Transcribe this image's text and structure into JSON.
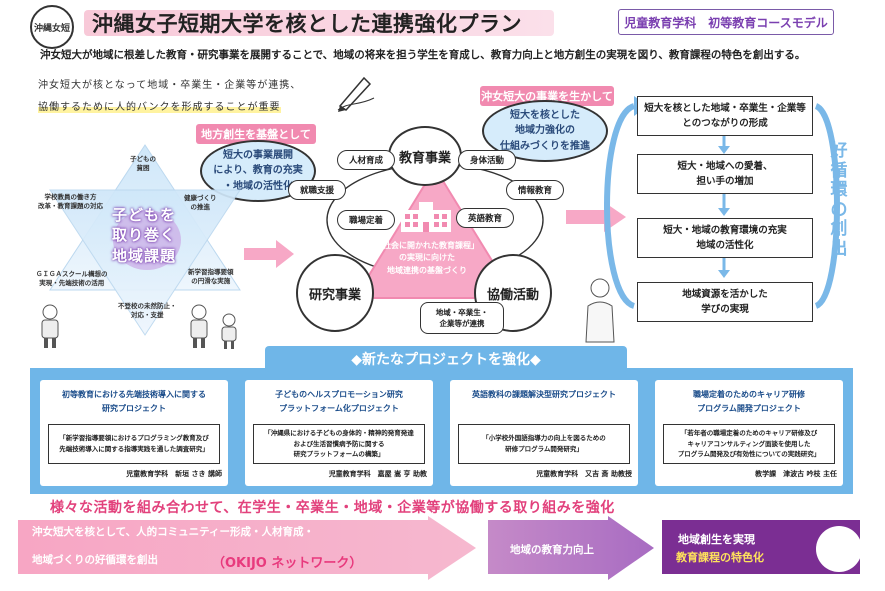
{
  "header": {
    "logo_text": "沖縄女短",
    "title": "沖縄女子短期大学を核とした連携強化プラン",
    "dept": "児童教育学科　初等教育コースモデル"
  },
  "intro": "沖女短大が地域に根差した教育・研究事業を展開することで、地域の将来を担う学生を育成し、教育力向上と地方創生の実現を図り、教育課程の特色を創出する。",
  "handwriting": {
    "line1": "沖女短大が核となって地域・卒業生・企業等が連携、",
    "line2": "協働するために人的バンクを形成することが重要"
  },
  "left_callout": {
    "head": "地方創生を基盤として",
    "line1": "短大の事業展開",
    "line2": "により、教育の充実",
    "line3": "・地域の活性化"
  },
  "right_callout": {
    "head": "沖女短大の事業を生かして",
    "line1": "短大を核とした",
    "line2": "地域力強化の",
    "line3": "仕組みづくりを推進"
  },
  "star": {
    "top": "子どもの\n貧困",
    "upper_left": "学校教員の働き方\n改革・教育課題の対応",
    "upper_right": "健康づくり\nの推進",
    "lower_left": "ＧＩＧＡスクール構想の\n実現・先端技術の活用",
    "lower_right": "新学習指導要領\nの円滑な実施",
    "bottom": "不登校の未然防止・\n対応・支援",
    "center_1": "子どもを",
    "center_2": "取り巻く",
    "center_3": "地域課題"
  },
  "center": {
    "education": "教育事業",
    "research": "研究事業",
    "collab": "協働活動",
    "tri_line1": "「社会に開かれた教育課程」",
    "tri_line2": "の実現に向けた",
    "tri_line3": "地域連携の基盤づくり",
    "pills": [
      "人材育成",
      "身体活動",
      "就職支援",
      "情報教育",
      "職場定着",
      "英語教育"
    ],
    "collab_caption_1": "地域・卒業生・",
    "collab_caption_2": "企業等が連携"
  },
  "flow": {
    "box1_1": "短大を核とした地域・卒業生・企業等",
    "box1_2": "とのつながりの形成",
    "box2_1": "短大・地域への愛着、",
    "box2_2": "担い手の増加",
    "box3_1": "短大・地域の教育環境の充実",
    "box3_2": "地域の活性化",
    "box4_1": "地域資源を活かした",
    "box4_2": "学びの実現",
    "loop": "好循環の創出"
  },
  "projects": {
    "head": "◆新たなプロジェクトを強化◆",
    "items": [
      {
        "title_1": "初等教育における先端技術導入に関する",
        "title_2": "研究プロジェクト",
        "box_1": "「新学習指導要領におけるプログラミング教育及び",
        "box_2": "先端技術導入に関する指導実践を通した調査研究」",
        "box_3": "",
        "author": "児童教育学科　新垣 さき 講師"
      },
      {
        "title_1": "子どものヘルスプロモーション研究",
        "title_2": "プラットフォーム化プロジェクト",
        "box_1": "「沖縄県における子どもの身体的・精神的発育発達",
        "box_2": "および生活習慣病予防に関する",
        "box_3": "研究プラットフォームの構築」",
        "author": "児童教育学科　嘉屋 嵩 亨 助教"
      },
      {
        "title_1": "英語教科の課題解決型研究プロジェクト",
        "title_2": "",
        "box_1": "「小学校外国語指導力の向上を図るための",
        "box_2": "研修プログラム開発研究」",
        "box_3": "",
        "author": "児童教育学科　又吉 斎 助教授"
      },
      {
        "title_1": "職場定着のためのキャリア研修",
        "title_2": "プログラム開発プロジェクト",
        "box_1": "「若年者の職場定着のためのキャリア研修及び",
        "box_2": "キャリアコンサルティング面談を使用した",
        "box_3": "プログラム開発及び有効性についての実践研究」",
        "author": "教学課　津波古 吟枝 主任"
      }
    ]
  },
  "bottom": {
    "summary": "様々な活動を組み合わせて、在学生・卒業生・地域・企業等が協働する取り組みを強化",
    "arrow1_line1": "沖女短大を核として、人的コミュニティー形成・人材育成・",
    "arrow1_line2": "地域づくりの好循環を創出",
    "okijo": "（OKIJO ネットワーク）",
    "arrow2": "地域の教育力向上",
    "goal_1": "地域創生を実現",
    "goal_2": "教育課程の特色化"
  },
  "colors": {
    "pink": "#f18ab0",
    "blue": "#6fb6e8",
    "purple": "#7a3fb0",
    "magenta": "#e2417c"
  }
}
